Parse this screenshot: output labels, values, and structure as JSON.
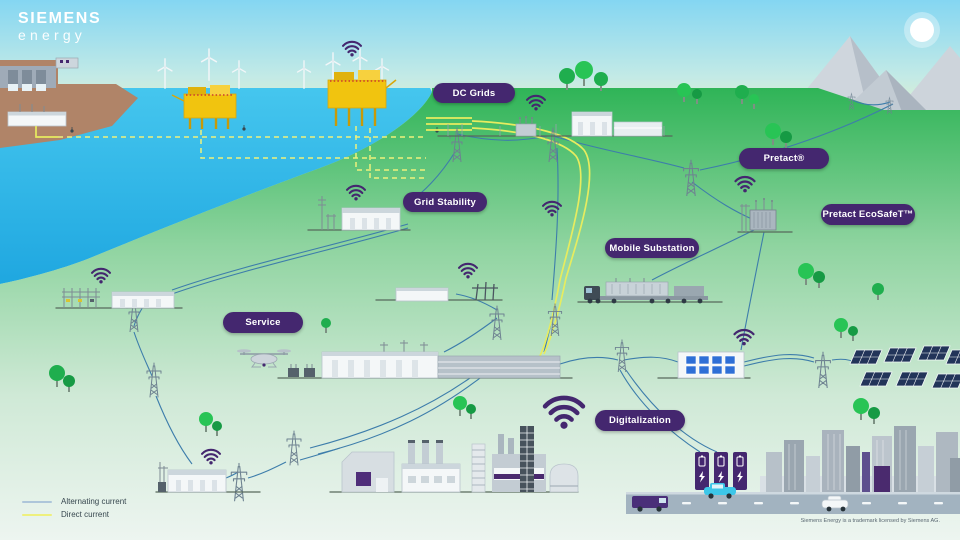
{
  "brand": {
    "line1": "SIEMENS",
    "line2": "energy"
  },
  "labels": {
    "dc_grids": "DC Grids",
    "pretact": "Pretact®",
    "grid_stability": "Grid Stability",
    "pretact_ecosafet": "Pretact EcoSafeT™",
    "mobile_substation": "Mobile Substation",
    "service": "Service",
    "digitalization": "Digitalization"
  },
  "legend": {
    "items": [
      {
        "label": "Alternating current",
        "color": "#aec6da"
      },
      {
        "label": "Direct current",
        "color": "#eef07d"
      }
    ]
  },
  "footer": {
    "trademark": "Siemens Energy is a trademark licensed by Siemens AG."
  },
  "icons": {
    "wifi": "wifi-icon",
    "sun": "sun-icon"
  },
  "colors": {
    "accent_purple": "#44276f",
    "ac_line": "#3d7dab",
    "dc_line": "#e7ec5f",
    "sea": "#29b4e6",
    "land_green": "#2fb457"
  }
}
